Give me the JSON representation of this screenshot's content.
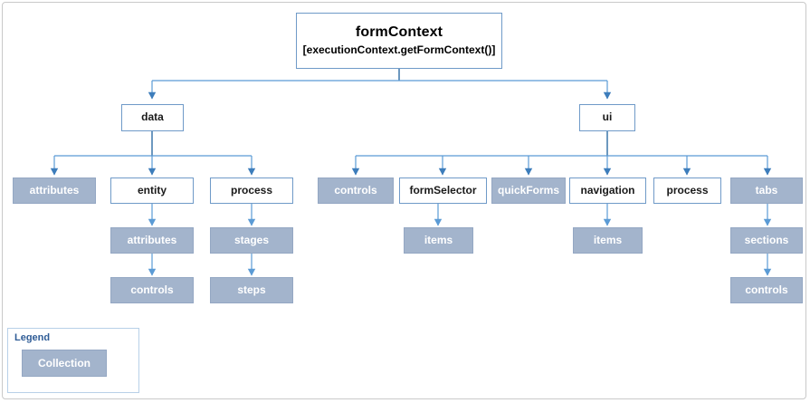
{
  "diagram": {
    "title": "formContext",
    "subtitle": "[executionContext.getFormContext()]",
    "root": {
      "label": "formContext",
      "sublabel": "[executionContext.getFormContext()]"
    },
    "level2": [
      {
        "label": "data",
        "kind": "plain"
      },
      {
        "label": "ui",
        "kind": "plain"
      }
    ],
    "data_children": [
      {
        "label": "attributes",
        "kind": "collection"
      },
      {
        "label": "entity",
        "kind": "plain"
      },
      {
        "label": "process",
        "kind": "plain"
      }
    ],
    "ui_children": [
      {
        "label": "controls",
        "kind": "collection"
      },
      {
        "label": "formSelector",
        "kind": "plain"
      },
      {
        "label": "quickForms",
        "kind": "collection"
      },
      {
        "label": "navigation",
        "kind": "plain"
      },
      {
        "label": "process",
        "kind": "plain"
      },
      {
        "label": "tabs",
        "kind": "collection"
      }
    ],
    "entity_chain": [
      {
        "label": "attributes",
        "kind": "collection"
      },
      {
        "label": "controls",
        "kind": "collection"
      }
    ],
    "process_chain": [
      {
        "label": "stages",
        "kind": "collection"
      },
      {
        "label": "steps",
        "kind": "collection"
      }
    ],
    "form_selector_chain": [
      {
        "label": "items",
        "kind": "collection"
      }
    ],
    "navigation_chain": [
      {
        "label": "items",
        "kind": "collection"
      }
    ],
    "tabs_chain": [
      {
        "label": "sections",
        "kind": "collection"
      },
      {
        "label": "controls",
        "kind": "collection"
      }
    ]
  },
  "legend": {
    "title": "Legend",
    "collection_label": "Collection"
  },
  "colors": {
    "collection_fill": "#a3b4cc",
    "collection_border": "#94a7c3",
    "node_border": "#6f9ac8",
    "connector": "#5b9bd5",
    "connector_dark": "#2e6da4",
    "legend_border": "#b8d0e8",
    "legend_title": "#2f5c96",
    "page_border": "#c9c9c9",
    "node_text": "#1a1a1a",
    "collection_text": "#ffffff"
  }
}
